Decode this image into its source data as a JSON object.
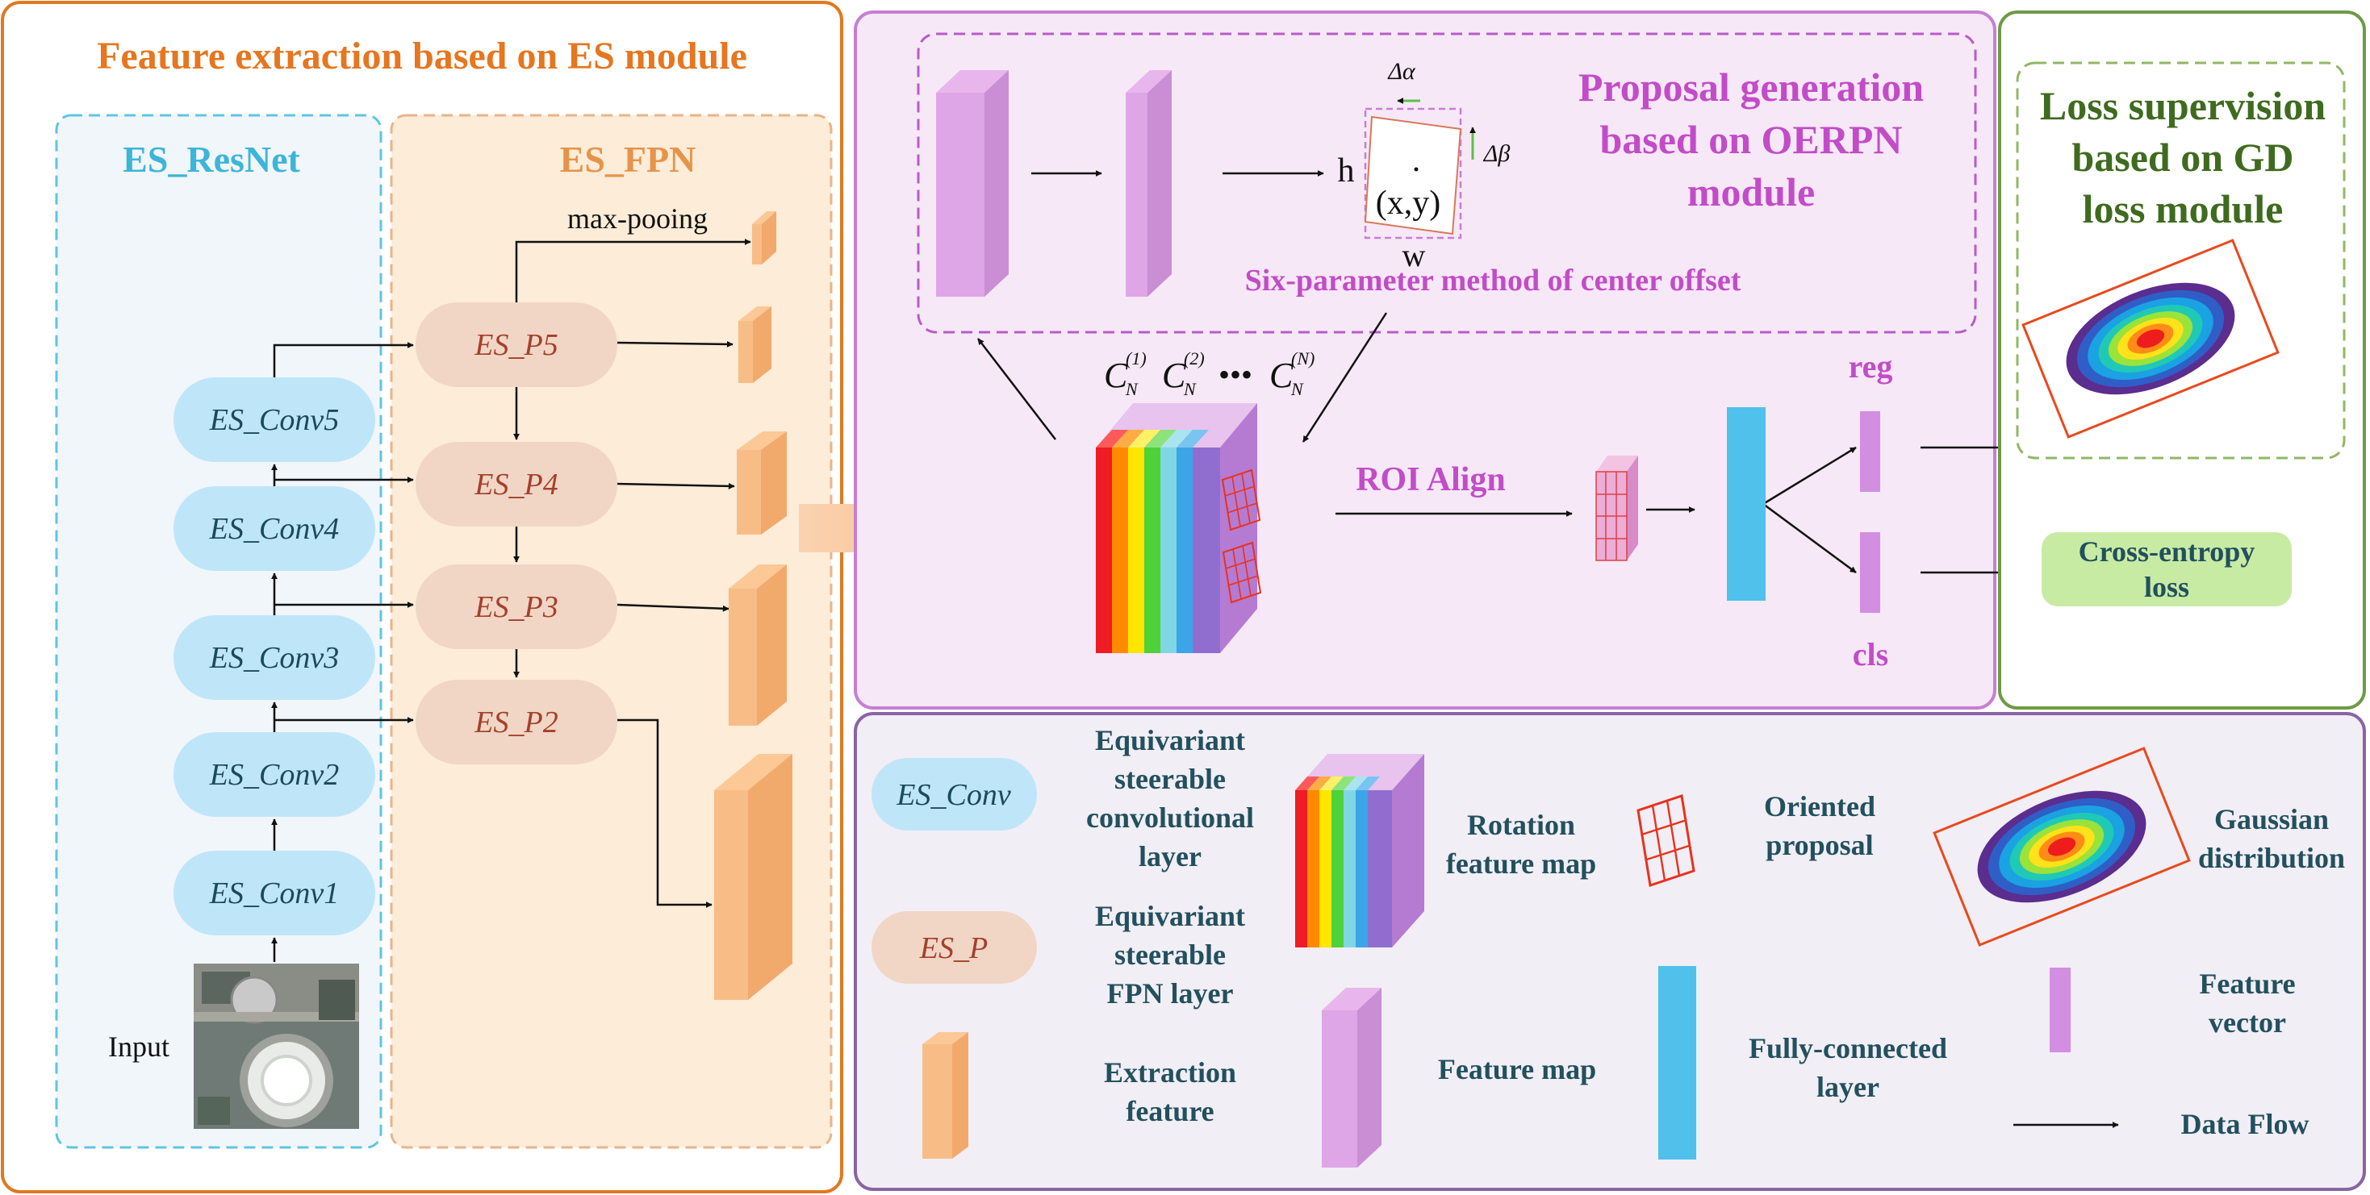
{
  "panels": {
    "feature_extraction_title": "Feature extraction based on ES module",
    "es_resnet_title": "ES_ResNet",
    "es_fpn_title": "ES_FPN",
    "proposal_title_lines": [
      "Proposal generation",
      "based on OERPN",
      "module"
    ],
    "loss_title_lines": [
      "Loss supervision",
      "based on GD",
      "loss module"
    ]
  },
  "backbone": {
    "conv_blocks": [
      "ES_Conv5",
      "ES_Conv4",
      "ES_Conv3",
      "ES_Conv2",
      "ES_Conv1"
    ],
    "fpn_blocks": [
      "ES_P5",
      "ES_P4",
      "ES_P3",
      "ES_P2"
    ],
    "max_pooling_label": "max-pooing",
    "input_label": "Input"
  },
  "proposal": {
    "delta_alpha": "Δα",
    "delta_beta": "Δβ",
    "h_label": "h",
    "w_label": "w",
    "center_label": "(x,y)",
    "six_param_label": "Six-parameter method of center offset",
    "channel_labels": [
      "C",
      "C",
      "C"
    ],
    "channel_sub": [
      "N",
      "N",
      "N"
    ],
    "channel_sup": [
      "(1)",
      "(2)",
      "(N)"
    ],
    "ellipsis": "•••",
    "roi_align_label": "ROI Align",
    "reg_label": "reg",
    "cls_label": "cls"
  },
  "loss": {
    "cross_entropy_lines": [
      "Cross-entropy",
      "loss"
    ]
  },
  "legend": {
    "es_conv_badge": "ES_Conv",
    "es_conv_desc": [
      "Equivariant",
      "steerable",
      "convolutional",
      "layer"
    ],
    "rotation_map_desc": [
      "Rotation",
      "feature map"
    ],
    "oriented_proposal_desc": [
      "Oriented",
      "proposal"
    ],
    "gaussian_desc": [
      "Gaussian",
      "distribution"
    ],
    "es_p_badge": "ES_P",
    "es_p_desc": [
      "Equivariant",
      "steerable",
      "FPN layer"
    ],
    "feature_vector_desc": [
      "Feature",
      "vector"
    ],
    "extraction_feature_desc": [
      "Extraction",
      "feature"
    ],
    "feature_map_desc": "Feature map",
    "fully_connected_desc": [
      "Fully-connected",
      "layer"
    ],
    "data_flow_desc": "Data Flow"
  },
  "colors": {
    "orange_border": "#e0791f",
    "purple_border": "#c67fd2",
    "green_border": "#6f9a46",
    "legend_border": "#8a64a4",
    "title_orange": "#e6761f",
    "title_blue": "#3db5d8",
    "title_fpn": "#e6944a",
    "title_purple": "#c24cc8",
    "title_green": "#3f6b1f",
    "label_teal": "#22505e",
    "label_magenta": "#c040b8",
    "conv_fill": "#bfe6f8",
    "p_fill": "#f1d6c6",
    "conv_text": "#1d4a5a",
    "p_text": "#a5402c",
    "fc_blue": "#4fc1ea",
    "vector_purple": "#d28ee0"
  }
}
